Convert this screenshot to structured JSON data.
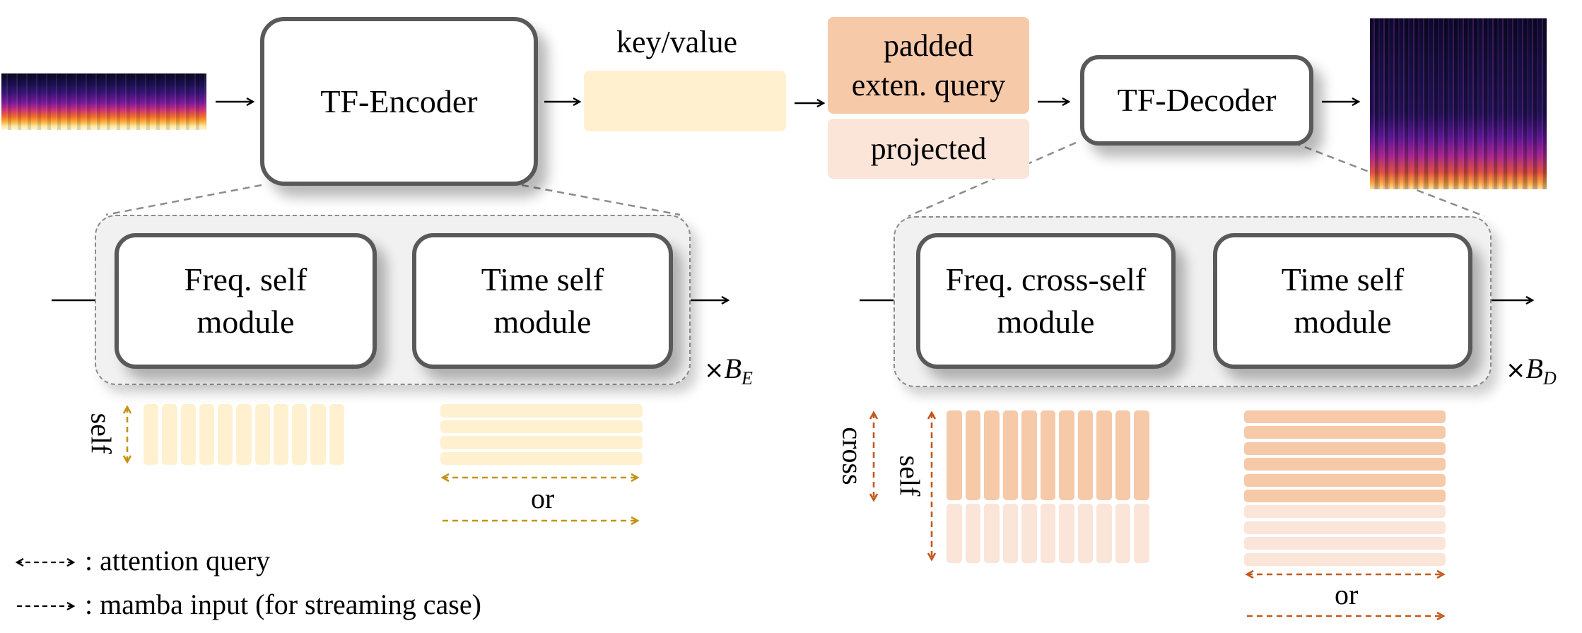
{
  "top_row": {
    "input_spectrogram": "input-spectrogram",
    "encoder_label": "TF-Encoder",
    "key_value_label": "key/value",
    "query_top_label": "padded exten. query",
    "query_top_lines": [
      "padded",
      "exten. query"
    ],
    "query_bottom_label": "projected",
    "decoder_label": "TF-Decoder",
    "output_spectrogram": "output-spectrogram"
  },
  "encoder_block": {
    "freq_module_lines": [
      "Freq. self",
      "module"
    ],
    "time_module_lines": [
      "Time self",
      "module"
    ],
    "repeat_prefix": "×",
    "repeat_var": "B",
    "repeat_sub": "E",
    "freq_axis_label": "self",
    "freq_bar_count": 11,
    "time_bar_count": 4,
    "or_label": "or"
  },
  "decoder_block": {
    "freq_module_lines": [
      "Freq. cross-self",
      "module"
    ],
    "time_module_lines": [
      "Time self",
      "module"
    ],
    "repeat_prefix": "×",
    "repeat_var": "B",
    "repeat_sub": "D",
    "cross_label": "cross",
    "self_label": "self",
    "freq_bar_count": 11,
    "time_bar_count_dark": 6,
    "time_bar_count_light": 4,
    "or_label": "or"
  },
  "legend": {
    "items": [
      {
        "symbol": "double-dashed-arrow",
        "label": ": attention query"
      },
      {
        "symbol": "dashed-arrow",
        "label": ": mamba input (for streaming case)"
      }
    ]
  },
  "colors": {
    "key_value_fill": "#fff1cf",
    "padded_fill": "#f6c9a9",
    "projected_fill": "#fbe4d8",
    "encoder_arrow": "#c39314",
    "decoder_arrow": "#c2581c",
    "box_border": "#595959",
    "dashed_border": "#8c8c8c"
  }
}
